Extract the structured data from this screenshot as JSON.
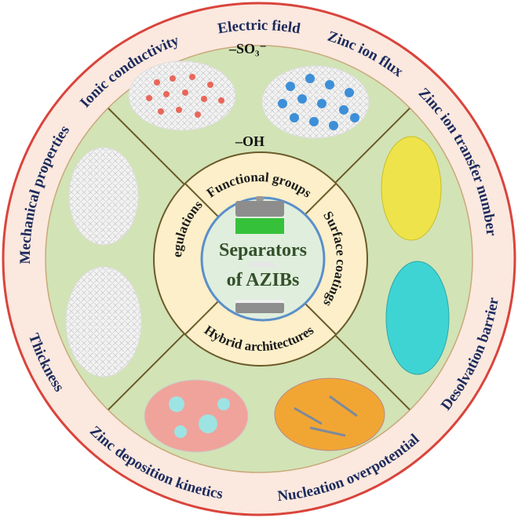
{
  "center": {
    "line1": "Separators",
    "line2": "of AZIBs"
  },
  "inner_labels": {
    "top": "Functional groups",
    "right": "Surface coatings",
    "bottom": "Hybrid architectures",
    "left": "Porosity regulations"
  },
  "annotations": {
    "sulfonate": "–SO₃⁻",
    "hydroxyl": "–OH"
  },
  "outer_labels": {
    "mechanical": "Mechanical properties",
    "ionic": "Ionic conductivity",
    "electric": "Electric field",
    "flux": "Zinc ion flux",
    "transfer": "Zinc ion transfer number",
    "thickness": "Thickness",
    "deposition": "Zinc deposition kinetics",
    "nucleation": "Nucleation overpotential",
    "desolvation": "Desolvation barrier"
  },
  "colors": {
    "outer_ring": "#fbe8df",
    "outer_border": "#d9443c",
    "green_ring": "#d2e3b6",
    "inner_ring": "#fcefc9",
    "center": "#dfeedd",
    "center_border": "#5b8fc9",
    "text": "#1c2a5c"
  }
}
